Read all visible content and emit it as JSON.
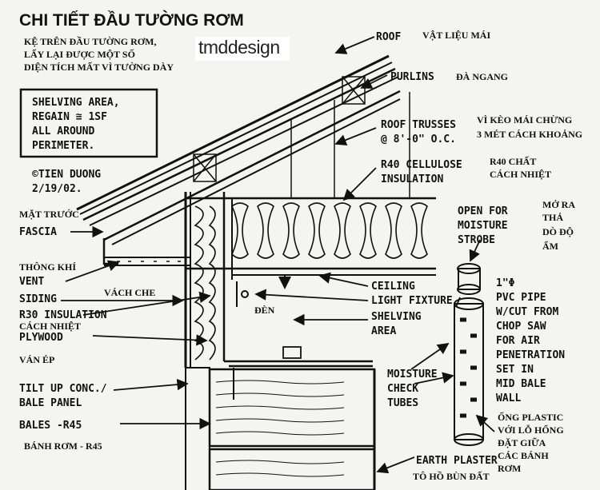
{
  "title": "CHI TIẾT ĐẦU TƯỜNG RƠM",
  "brand": "tmddesign",
  "intro_lines": [
    "KỆ TRÊN ĐẦU TƯỜNG RƠM,",
    "LẤY LẠI ĐƯỢC MỘT SỐ",
    "DIỆN TÍCH MẤT VÌ TƯỜNG DÀY"
  ],
  "shelving_note": [
    "SHELVING AREA,",
    "REGAIN ≅ 1SF",
    "ALL AROUND",
    "PERIMETER."
  ],
  "author": [
    "©TIEN DUONG",
    "2/19/02."
  ],
  "labels": {
    "roof": "ROOF",
    "roof_vi": "VẬT LIỆU MÁI",
    "purlins": "PURLINS",
    "purlins_vi": "ĐÀ NGANG",
    "trusses": [
      "ROOF TRUSSES",
      "@ 8'-0\" O.C."
    ],
    "trusses_vi": [
      "VÌ KÈO MÁI CHỪNG",
      "3 MÉT CÁCH KHOẢNG"
    ],
    "r40": [
      "R40 CELLULOSE",
      "INSULATION"
    ],
    "r40_vi": [
      "R40 CHẤT",
      "CÁCH NHIỆT"
    ],
    "open_strobe": [
      "OPEN FOR",
      "MOISTURE",
      "STROBE"
    ],
    "open_strobe_vi": [
      "MỞ RA",
      "THẢ",
      "DÒ ĐỘ",
      "ẨM"
    ],
    "pipe": [
      "1\"Φ",
      "PVC PIPE",
      "W/CUT FROM",
      "CHOP SAW",
      "FOR AIR",
      "PENETRATION",
      "SET IN",
      "MID BALE",
      "WALL"
    ],
    "pipe_vi": [
      "ỐNG PLASTIC",
      "VỚI LỖ HỔNG",
      "ĐẶT GIỮA",
      "CÁC BÁNH",
      "RƠM"
    ],
    "ceiling": "CEILING",
    "light": "LIGHT FIXTURE",
    "light_vi": "ĐÈN",
    "shelving_area": [
      "SHELVING",
      "AREA"
    ],
    "moisture_tubes": [
      "MOISTURE",
      "CHECK",
      "TUBES"
    ],
    "earth": "EARTH PLASTER",
    "earth_vi": "TÔ HỒ BÙN ĐẤT",
    "fascia_vi": "MẶT TRƯỚC",
    "fascia": "FASCIA",
    "vent_vi": "THÔNG KHÍ",
    "vent": "VENT",
    "siding": "SIDING",
    "siding_vi": "VÁCH CHE",
    "r30": "R30 INSULATION",
    "r30_vi": "CÁCH NHIỆT",
    "plywood": "PLYWOOD",
    "plywood_vi": "VÁN ÉP",
    "tiltup": [
      "TILT UP CONC./",
      "BALE PANEL"
    ],
    "bales": "BALES -R45",
    "bales_vi": "BÁNH RƠM - R45"
  }
}
